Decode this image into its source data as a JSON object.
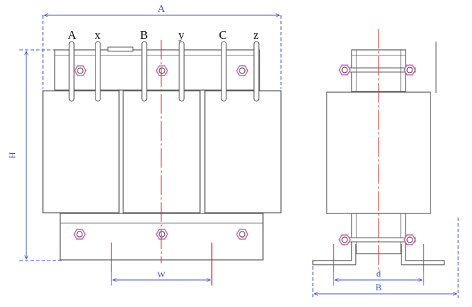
{
  "dimensions": {
    "overall_width_label": "A",
    "height_label": "H",
    "mounting_spacing_label": "W",
    "side_mounting_spacing_label": "d",
    "side_base_width_label": "B"
  },
  "terminals": {
    "t1": "A",
    "t2": "x",
    "t3": "B",
    "t4": "y",
    "t5": "C",
    "t6": "z"
  },
  "colors": {
    "outline": "#555555",
    "dimension": "#3a4fd0",
    "centerline": "#e01f1f",
    "bolt": "#d65bb5"
  }
}
